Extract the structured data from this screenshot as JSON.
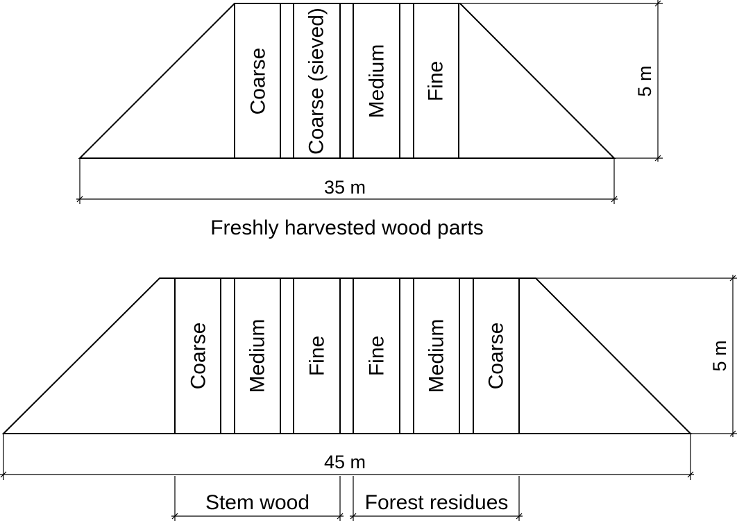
{
  "pile_top": {
    "caption": "Freshly harvested wood parts",
    "width_label": "35 m",
    "height_label": "5 m",
    "sections": [
      "Coarse",
      "Coarse (sieved)",
      "Medium",
      "Fine"
    ]
  },
  "pile_bottom": {
    "width_label": "45 m",
    "height_label": "5 m",
    "sections": [
      "Coarse",
      "Medium",
      "Fine",
      "Fine",
      "Medium",
      "Coarse"
    ],
    "groups": [
      "Stem wood",
      "Forest residues"
    ]
  }
}
